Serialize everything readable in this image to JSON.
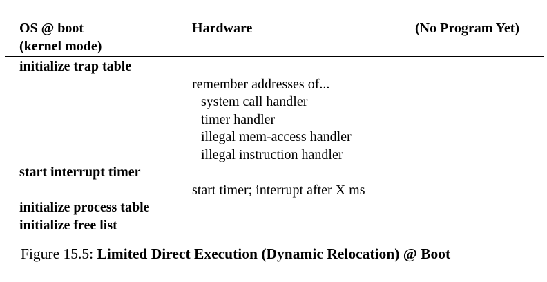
{
  "figure": {
    "header": {
      "os_line1": "OS @ boot",
      "os_line2": "(kernel mode)",
      "hardware": "Hardware",
      "program": "(No Program Yet)"
    },
    "rows": [
      {
        "column": "os",
        "indented": false,
        "text": "initialize trap table"
      },
      {
        "column": "hardware",
        "indented": false,
        "text": "remember addresses of..."
      },
      {
        "column": "hardware",
        "indented": true,
        "text": "system call handler"
      },
      {
        "column": "hardware",
        "indented": true,
        "text": "timer handler"
      },
      {
        "column": "hardware",
        "indented": true,
        "text": "illegal mem-access handler"
      },
      {
        "column": "hardware",
        "indented": true,
        "text": "illegal instruction handler"
      },
      {
        "column": "os",
        "indented": false,
        "text": "start interrupt timer"
      },
      {
        "column": "hardware",
        "indented": false,
        "text": "start timer; interrupt after X ms"
      },
      {
        "column": "os",
        "indented": false,
        "text": "initialize process table"
      },
      {
        "column": "os",
        "indented": false,
        "text": "initialize free list"
      }
    ],
    "caption": {
      "label": "Figure 15.5: ",
      "title": "Limited Direct Execution (Dynamic Relocation) @ Boot"
    },
    "colors": {
      "background": "#ffffff",
      "text": "#000000",
      "rule": "#000000"
    }
  }
}
